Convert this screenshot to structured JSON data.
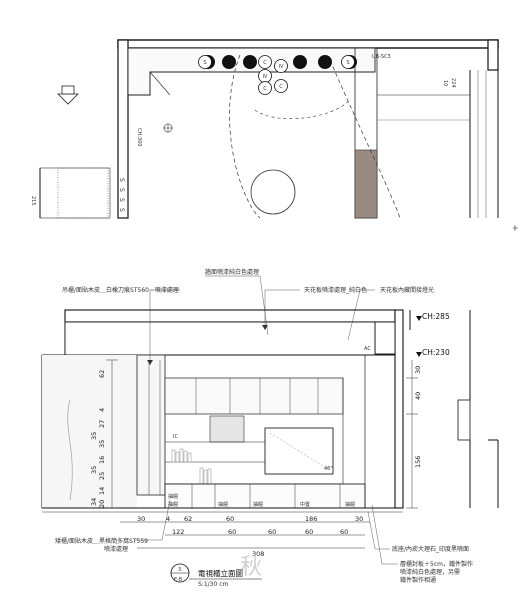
{
  "plan": {
    "tags": [
      "S",
      "C",
      "IV",
      "IV",
      "C",
      "S"
    ],
    "ub_label": "UB-SC3",
    "ch_label": "CH:300",
    "side_labels": [
      "S",
      "S",
      "S",
      "S"
    ],
    "right_dims": [
      "224",
      "10"
    ],
    "left_tag": "215"
  },
  "elevation": {
    "annotations": {
      "top_center": "牆面噴漆純白色處理",
      "top_left": "吊櫃/面貼木皮＿白橡刀痕ST560 - 噴漆處理",
      "top_mid": "天花板噴漆處理_純白色",
      "top_right": "天花板內藏間接燈光",
      "bottom_left_1": "矮櫃/面貼木皮＿黑格簡多窩ST559",
      "bottom_left_2": "噴漆處理",
      "bottom_right_1": "底座/內崁大理石_印度黑噴面",
      "bottom_right_2": "層櫃封板＋5cm，鐵件製作",
      "bottom_right_3": "噴漆純白色處理，另需",
      "bottom_right_4": "鐵件製作相通"
    },
    "ch_labels": [
      "CH:285",
      "CH:230"
    ],
    "ac_label": "AC",
    "ic_label": "IC",
    "tv_size": "46\"",
    "drawer_labels": [
      "抽屜",
      "抽屜",
      "抽屜",
      "抽屜",
      "中置",
      "抽屜"
    ],
    "left_dims": [
      "62",
      "35",
      "4",
      "27",
      "35",
      "16",
      "35",
      "25",
      "14",
      "34",
      "20"
    ],
    "right_dims": [
      "30",
      "40",
      "156"
    ],
    "bottom_dims_1": [
      "30",
      "4",
      "62",
      "60",
      "186",
      "30"
    ],
    "bottom_dims_2": [
      "122",
      "60",
      "60",
      "60",
      "60"
    ],
    "total_dim": "308",
    "stamp": "秋",
    "title_number": "3",
    "title_ref": "E-B",
    "title_name": "電視櫃立面圖",
    "title_scale": "S:1/30 cm"
  }
}
